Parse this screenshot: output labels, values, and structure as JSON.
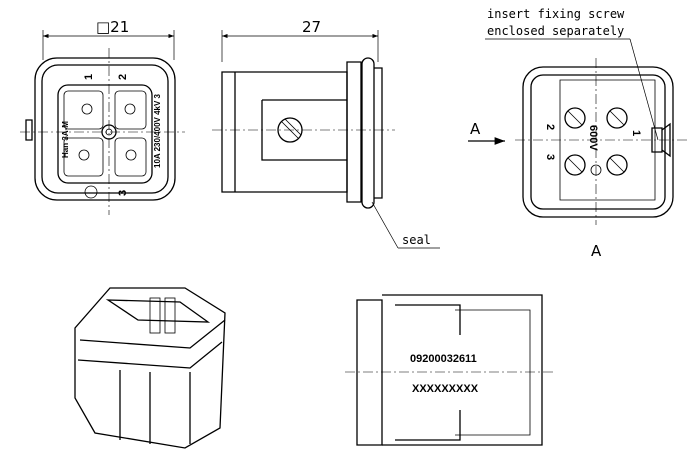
{
  "dimensions": {
    "width_label": "□21",
    "length_label": "27"
  },
  "front_view": {
    "marking_left": "Han 3A-M",
    "marking_right": "10A 230/400V 4kV 3",
    "contacts": [
      "1",
      "2",
      "3"
    ]
  },
  "side_view": {
    "seal_label": "seal"
  },
  "rear_view": {
    "note_line1": "insert fixing screw",
    "note_line2": "enclosed separately",
    "section_arrow_label": "A",
    "view_label": "A",
    "voltage_marking": "600V",
    "contacts": [
      "1",
      "2",
      "3"
    ]
  },
  "bottom_view": {
    "part_number": "09200032611",
    "placeholder_code": "XXXXXXXXX"
  }
}
